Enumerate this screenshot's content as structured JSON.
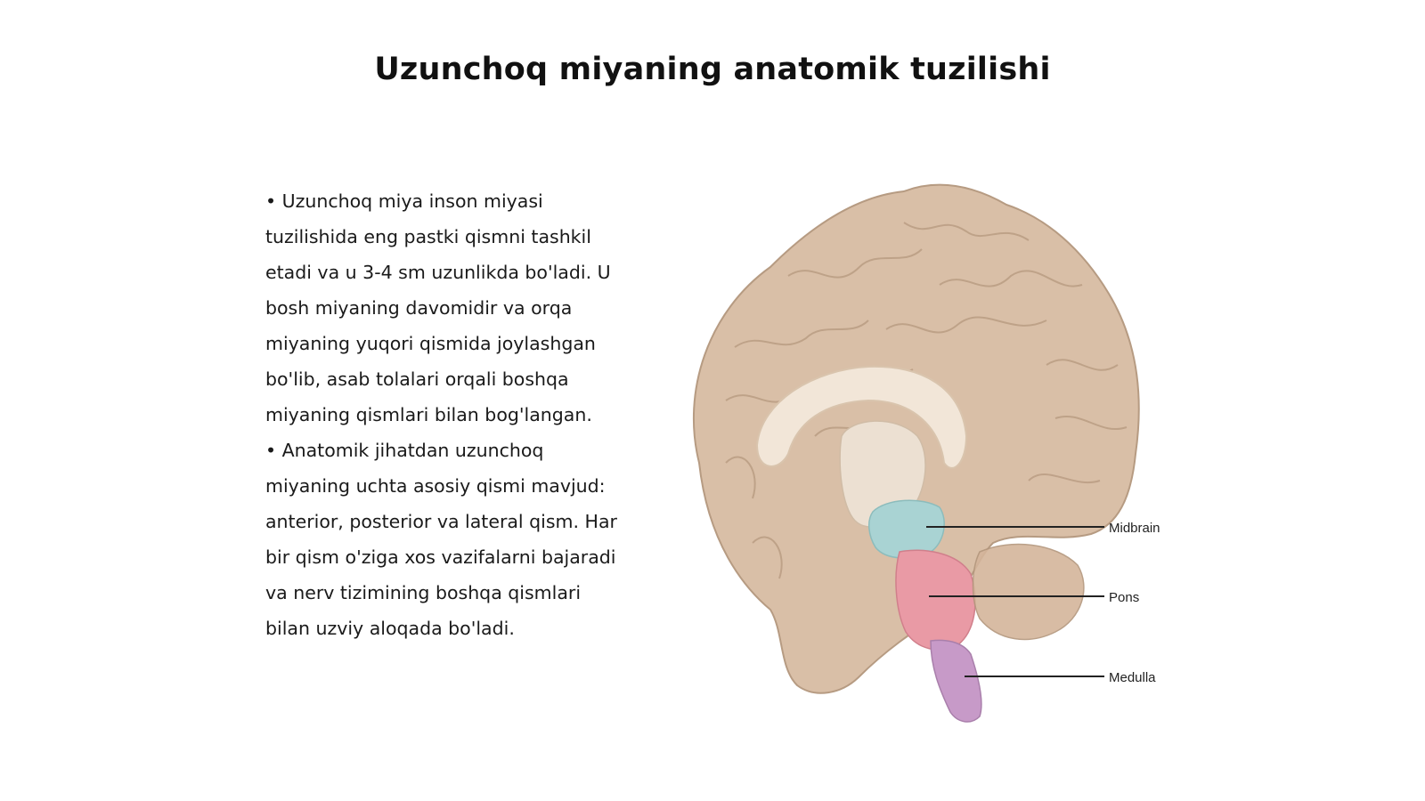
{
  "slide": {
    "title": "Uzunchoq miyaning anatomik tuzilishi",
    "paragraphs": [
      "• Uzunchoq miya inson miyasi tuzilishida eng pastki qismni tashkil etadi va u 3-4 sm uzunlikda bo'ladi. U bosh miyaning davomidir va orqa miyaning yuqori qismida joylashgan bo'lib, asab tolalari orqali boshqa miyaning qismlari bilan bog'langan.",
      "• Anatomik jihatdan uzunchoq miyaning uchta asosiy qismi mavjud: anterior, posterior va lateral qism. Har bir qism o'ziga xos vazifalarni bajaradi va nerv tizimining boshqa qismlari bilan uzviy aloqada bo'ladi."
    ]
  },
  "figure": {
    "labels": {
      "midbrain": "Midbrain",
      "pons": "Pons",
      "medulla": "Medulla"
    },
    "colors": {
      "cerebrum": "#d8bca3",
      "cerebrum_stroke": "#b3967c",
      "corpus_callosum": "#f2e6d8",
      "midbrain": "#a9d3d3",
      "pons": "#e99aa5",
      "medulla": "#c79ac8",
      "cerebellum": "#d4b59b"
    }
  }
}
